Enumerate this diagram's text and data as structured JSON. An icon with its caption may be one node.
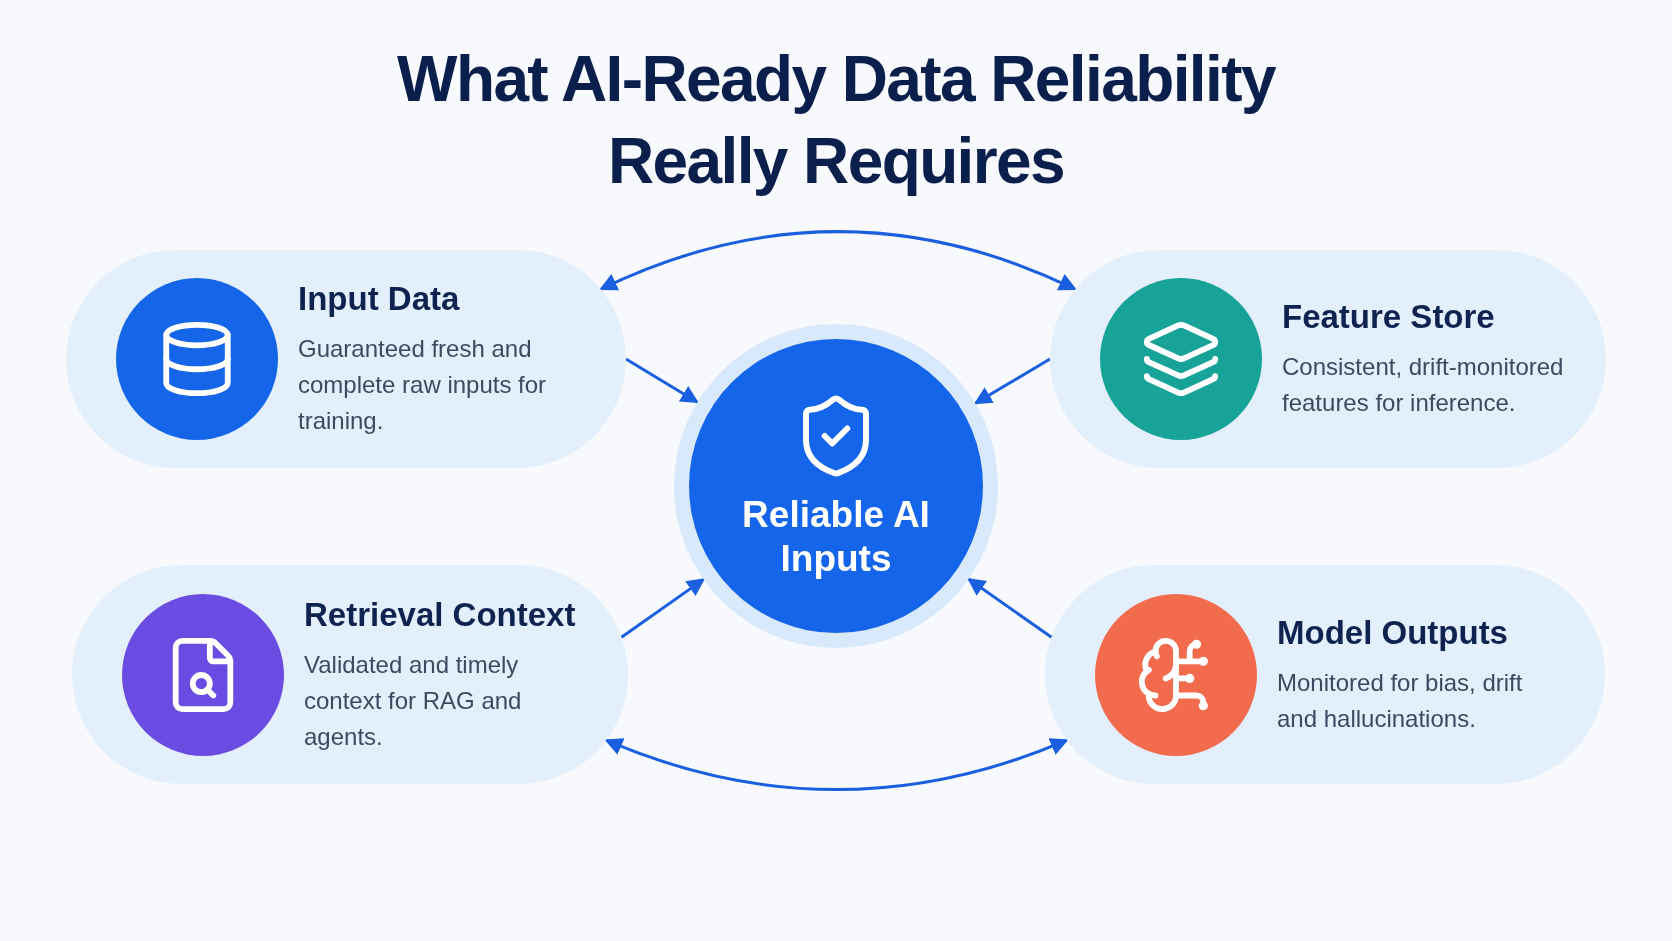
{
  "diagram": {
    "title": "What AI-Ready Data Reliability Really Requires",
    "nodes": [
      {
        "text": [
          "Input Data",
          "Guaranteed fresh and complete raw inputs for training."
        ]
      },
      {
        "text": [
          "Feature Store",
          "Consistent, drift-monitored features for inference."
        ]
      },
      {
        "text": [
          "Retrieval Context",
          "Validated and timely context for RAG and agents."
        ]
      },
      {
        "text": [
          "Model Outputs",
          "Monitored for bias, drift and hallucinations."
        ]
      },
      {
        "text": [
          "Reliable AI Inputs"
        ]
      }
    ],
    "edges": [
      {
        "from": 0,
        "to": 4,
        "arrow": "to"
      },
      {
        "from": 1,
        "to": 4,
        "arrow": "to"
      },
      {
        "from": 2,
        "to": 4,
        "arrow": "to"
      },
      {
        "from": 3,
        "to": 4,
        "arrow": "to"
      },
      {
        "from": 0,
        "to": 1,
        "arrow": "both"
      },
      {
        "from": 2,
        "to": 3,
        "arrow": "both"
      }
    ]
  }
}
